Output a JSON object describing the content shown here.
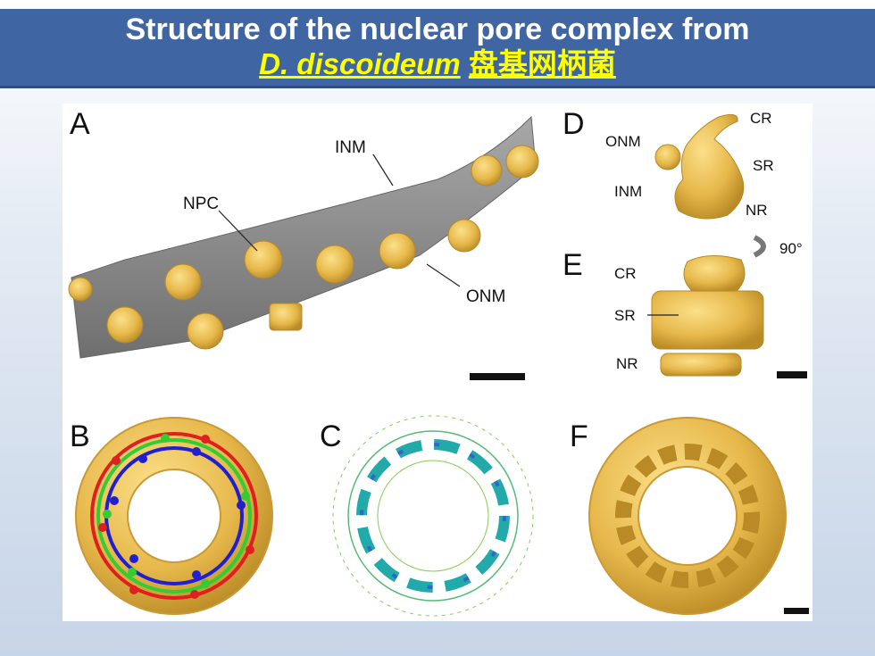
{
  "slide": {
    "title_line1": "Structure of the nuclear pore complex from",
    "title_species": "D. discoideum",
    "title_chinese": "盘基网柄菌"
  },
  "figure": {
    "panels": [
      "A",
      "B",
      "C",
      "D",
      "E",
      "F"
    ],
    "panel_a": {
      "inm": "INM",
      "npc": "NPC",
      "onm": "ONM"
    },
    "panel_d": {
      "cr": "CR",
      "onm": "ONM",
      "sr": "SR",
      "inm": "INM",
      "nr": "NR"
    },
    "panel_e": {
      "rotation": "90°",
      "cr": "CR",
      "sr": "SR",
      "nr": "NR"
    }
  },
  "colors": {
    "title_bar": "#3f66a3",
    "title_text": "#ffffff",
    "title_highlight": "#ffff00",
    "density_gold": "#e7b84b",
    "membrane_gray": "#8a8a8a",
    "ring_red": "#e02020",
    "ring_green": "#33cc33",
    "ring_blue": "#2020d0"
  }
}
